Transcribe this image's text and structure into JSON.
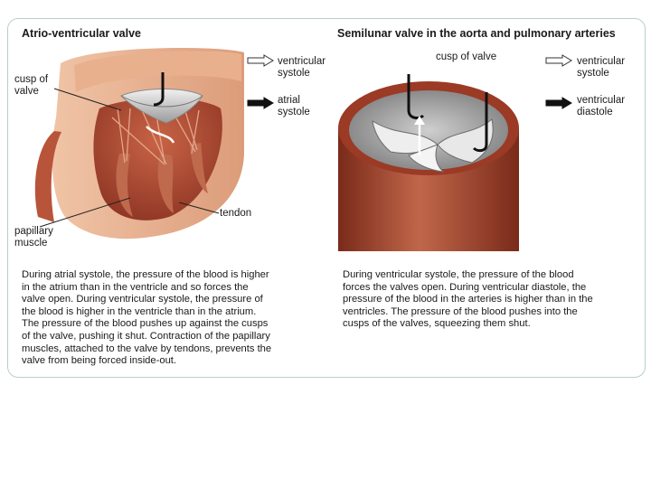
{
  "left_panel": {
    "title": "Atrio-ventricular valve",
    "labels": {
      "cusp": [
        "cusp of",
        "valve"
      ],
      "papillary": [
        "papillary",
        "muscle"
      ],
      "tendon": "tendon"
    },
    "description": [
      "During atrial systole, the pressure of the blood is higher",
      "in the atrium than in the ventricle and so forces the",
      "valve open. During ventricular systole, the pressure of",
      "the blood is higher in the ventricle than in the atrium.",
      "The pressure of the blood pushes up against the cusps",
      "of the valve, pushing it shut. Contraction of the papillary",
      "muscles, attached to the valve by tendons, prevents the",
      "valve from being forced inside-out."
    ]
  },
  "right_panel": {
    "title": "Semilunar valve in the aorta and pulmonary arteries",
    "labels": {
      "cusp": "cusp of valve"
    },
    "description": [
      "During ventricular systole, the pressure of the blood",
      "forces the valves open. During ventricular diastole, the",
      "pressure of the blood in the arteries is higher than in the",
      "ventricles. The pressure of the blood pushes into the",
      "cusps of the valves, squeezing them shut."
    ]
  },
  "legend": {
    "left": [
      {
        "lines": [
          "ventricular",
          "systole"
        ],
        "arrow": "open-arrow"
      },
      {
        "lines": [
          "atrial",
          "systole"
        ],
        "arrow": "filled-arrow"
      }
    ],
    "right": [
      {
        "lines": [
          "ventricular",
          "systole"
        ],
        "arrow": "open-arrow"
      },
      {
        "lines": [
          "ventricular",
          "diastole"
        ],
        "arrow": "filled-arrow"
      }
    ]
  },
  "colors": {
    "frame": "#b9cfc9",
    "heart_outer": "#e8b594",
    "heart_inner": "#a4442c",
    "artery_wall": "#8a3422",
    "valve_grey": "#d4d4d4"
  }
}
